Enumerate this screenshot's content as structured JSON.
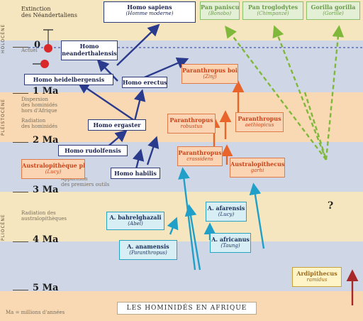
{
  "title": "LES HOMINIDÉS EN AFRIQUE",
  "time_labels": {
    "m0": "0",
    "m1": "1 Ma",
    "m2": "2 Ma",
    "m3": "3 Ma",
    "m4": "4 Ma",
    "m5": "5 Ma"
  },
  "eras": {
    "holocene": "HOLOCÈNE",
    "pleistocene": "PLÉISTOCÈNE",
    "pliocene": "PLIOCÈNE"
  },
  "notes": {
    "extinction_line1": "Extinction",
    "extinction_line2": "des Néandertaliens",
    "now": "Actuel",
    "exit_line1": "Dispersion",
    "exit_line2": "des hominidés",
    "exit_line3": "hors d'Afrique",
    "s2_line1": "Radiation",
    "s2_line2": "des hominidés",
    "tools_line1": "Apparition",
    "tools_line2": "des premiers outils",
    "rad_line1": "Radiation des",
    "rad_line2": "australopithèques",
    "footer": "Ma = millions d'années"
  },
  "species": {
    "sapiens": {
      "name": "Homo sapiens",
      "sub": "(Homme moderne)"
    },
    "neander": {
      "name1": "Homo",
      "name2": "neanderthalensis"
    },
    "heidel": {
      "name": "Homo heidelbergensis"
    },
    "erectus": {
      "name": "Homo erectus"
    },
    "ergaster": {
      "name": "Homo ergaster"
    },
    "rudolf": {
      "name": "Homo rudolfensis"
    },
    "habilis": {
      "name": "Homo habilis"
    },
    "p_boisei": {
      "name": "Paranthropus boisei",
      "sub": "(Zinj)"
    },
    "p_robustus": {
      "name": "Paranthropus",
      "sub": "robustus"
    },
    "p_aethiop": {
      "name": "Paranthropus",
      "sub": "aethiopicus"
    },
    "p_crassidens": {
      "name": "Paranthropus",
      "sub": "crassidens"
    },
    "a_garhi": {
      "name": "Australopithecus",
      "sub": "garhi"
    },
    "a_afarensis_plio": {
      "name": "Australopithèque plio",
      "sub": "(Lucy)"
    },
    "a_bahrel": {
      "name": "A. bahrelghazali",
      "sub": "(Abel)"
    },
    "a_anamensis": {
      "name": "A. anamensis",
      "sub": "(Paranthropus)"
    },
    "a_afarensis": {
      "name": "A. afarensis",
      "sub": "(Lucy)"
    },
    "a_africanus": {
      "name": "A. africanus",
      "sub": "(Taung)"
    },
    "ardipithecus": {
      "name": "Ardipithecus",
      "sub": "ramidus"
    },
    "pan_paniscus": {
      "name": "Pan paniscus",
      "sub": "(Bonobo)"
    },
    "pan_trog": {
      "name": "Pan troglodytes",
      "sub": "(Chimpanzé)"
    },
    "gorilla": {
      "name": "Gorilla gorilla",
      "sub": "(Gorille)"
    }
  },
  "unknown_marker": "?",
  "colors": {
    "homo_arrow": "#2a3a8c",
    "paranthropus_arrow": "#e8642a",
    "australopith_arrow": "#20a0c8",
    "ape_dashed": "#7fb83a",
    "extinction_marker": "#d8282a",
    "ardi_arrow": "#a8282a"
  }
}
